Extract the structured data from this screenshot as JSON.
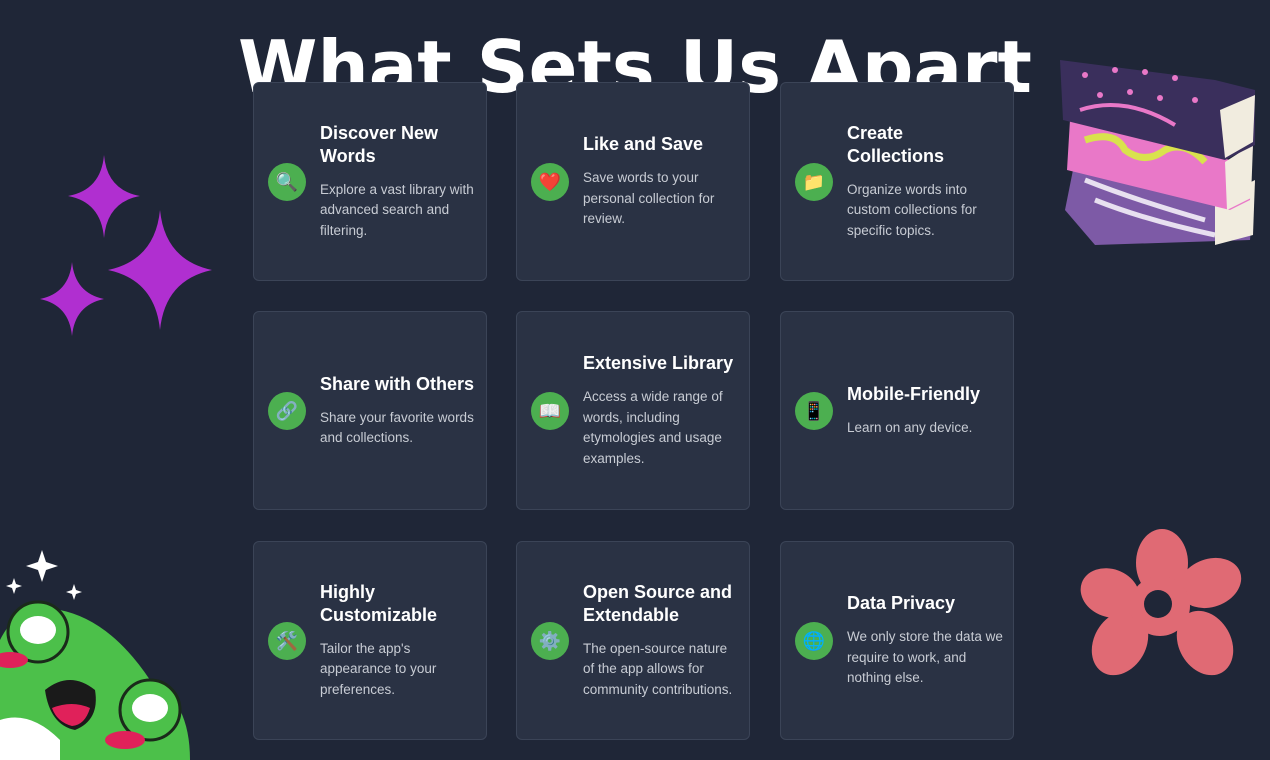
{
  "heading": "What Sets Us Apart",
  "features": [
    {
      "title": "Discover New Words",
      "desc": "Explore a vast library with advanced search and filtering.",
      "icon": "magnifier-icon"
    },
    {
      "title": "Like and Save",
      "desc": "Save words to your personal collection for review.",
      "icon": "heart-icon"
    },
    {
      "title": "Create Collections",
      "desc": "Organize words into custom collections for specific topics.",
      "icon": "folder-icon"
    },
    {
      "title": "Share with Others",
      "desc": "Share your favorite words and collections.",
      "icon": "link-icon"
    },
    {
      "title": "Extensive Library",
      "desc": "Access a wide range of words, including etymologies and usage examples.",
      "icon": "book-icon"
    },
    {
      "title": "Mobile-Friendly",
      "desc": "Learn on any device.",
      "icon": "mobile-icon"
    },
    {
      "title": "Highly Customizable",
      "desc": "Tailor the app's appearance to your preferences.",
      "icon": "tools-icon"
    },
    {
      "title": "Open Source and Extendable",
      "desc": "The open-source nature of the app allows for community contributions.",
      "icon": "gear-icon"
    },
    {
      "title": "Data Privacy",
      "desc": "We only store the data we require to work, and nothing else.",
      "icon": "globe-icon"
    }
  ],
  "colors": {
    "background": "#1f2637",
    "card": "#2a3244",
    "icon_badge": "#4caf50",
    "sparkle": "#b02fd0",
    "flower": "#e06a74",
    "frog": "#4cc04a"
  }
}
